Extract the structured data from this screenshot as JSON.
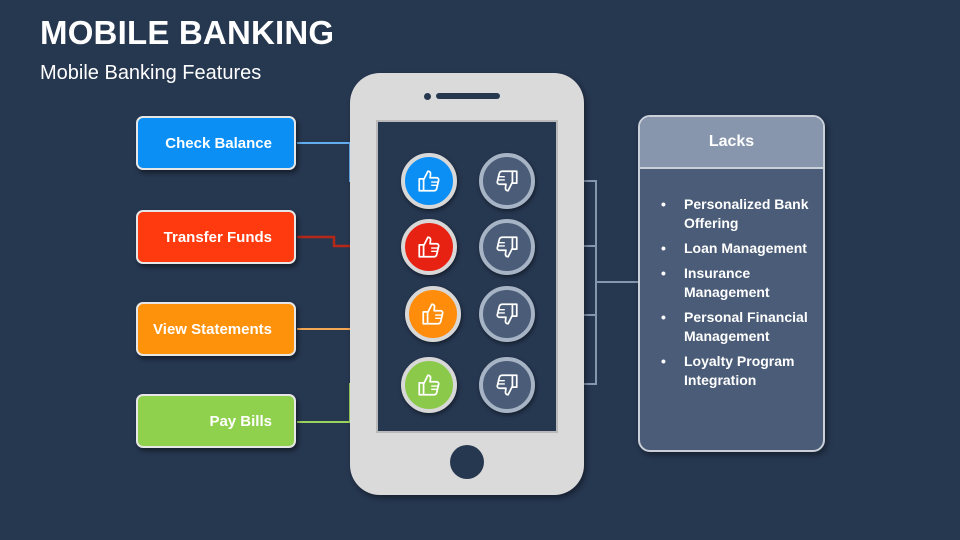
{
  "header": {
    "title": "MOBILE BANKING",
    "subtitle": "Mobile Banking Features"
  },
  "features": [
    {
      "label": "Check Balance",
      "color": "#0b8ff5",
      "thumb_color": "#0b8ff5",
      "line_color": "#62aef0"
    },
    {
      "label": "Transfer Funds",
      "color": "#ff3a0f",
      "thumb_color": "#e82213",
      "line_color": "#b52818"
    },
    {
      "label": "View Statements",
      "color": "#ff920b",
      "thumb_color": "#ff8c0b",
      "line_color": "#f5a650"
    },
    {
      "label": "Pay Bills",
      "color": "#8fd04d",
      "thumb_color": "#8bc94b",
      "line_color": "#9bd35f"
    }
  ],
  "icons": {
    "approve": "thumbs-up-icon",
    "reject": "thumbs-down-icon"
  },
  "lacks": {
    "heading": "Lacks",
    "items": [
      "Personalized Bank Offering",
      "Loan Management",
      "Insurance Management",
      "Personal Financial Management",
      "Loyalty Program Integration"
    ]
  }
}
